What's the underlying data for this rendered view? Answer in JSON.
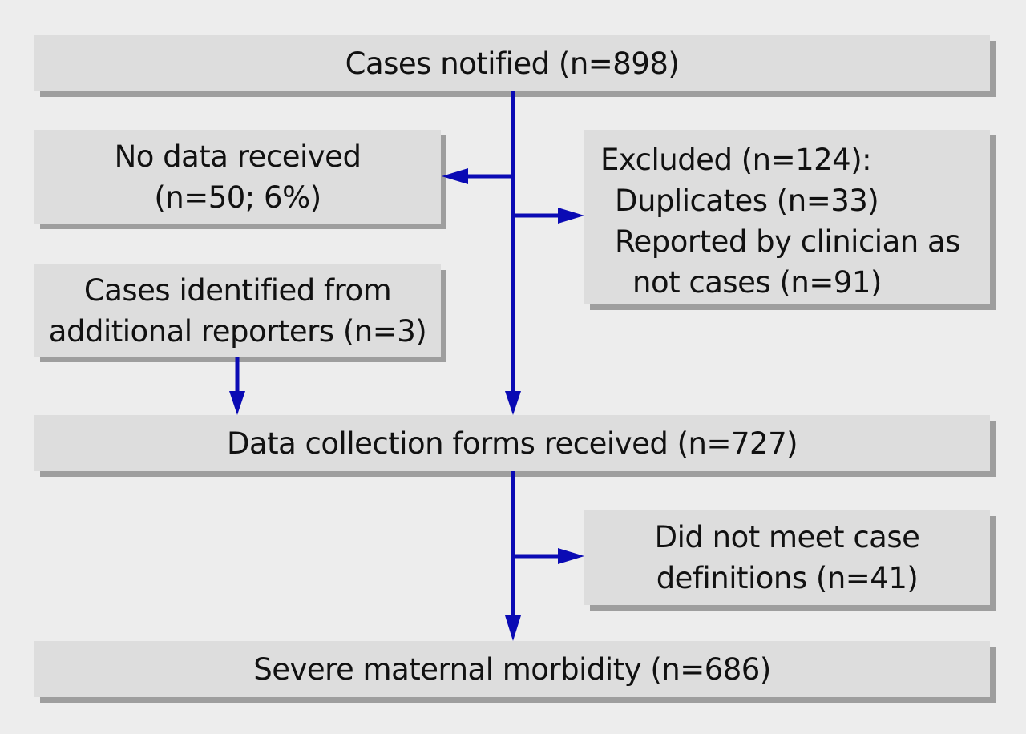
{
  "diagram": {
    "nodes": {
      "cases_notified": {
        "lines": [
          "Cases notified (n=898)"
        ]
      },
      "no_data": {
        "lines": [
          "No data received",
          "(n=50; 6%)"
        ]
      },
      "excluded": {
        "lines": [
          "Excluded (n=124):",
          "Duplicates (n=33)",
          "Reported by clinician as",
          "not cases (n=91)"
        ]
      },
      "additional": {
        "lines": [
          "Cases identified from",
          "additional reporters (n=3)"
        ]
      },
      "forms_received": {
        "lines": [
          "Data collection forms received (n=727)"
        ]
      },
      "not_meet": {
        "lines": [
          "Did not meet case",
          "definitions (n=41)"
        ]
      },
      "severe": {
        "lines": [
          "Severe maternal morbidity (n=686)"
        ]
      }
    },
    "edges": [
      {
        "from": "cases_notified",
        "to": "forms_received"
      },
      {
        "from": "cases_notified",
        "to": "no_data"
      },
      {
        "from": "cases_notified",
        "to": "excluded"
      },
      {
        "from": "additional",
        "to": "forms_received"
      },
      {
        "from": "forms_received",
        "to": "severe"
      },
      {
        "from": "forms_received",
        "to": "not_meet"
      }
    ],
    "colors": {
      "arrow": "#0a0ab4",
      "box_fill": "#dddddd",
      "box_shadow": "#9e9e9e",
      "background": "#ededed"
    }
  }
}
